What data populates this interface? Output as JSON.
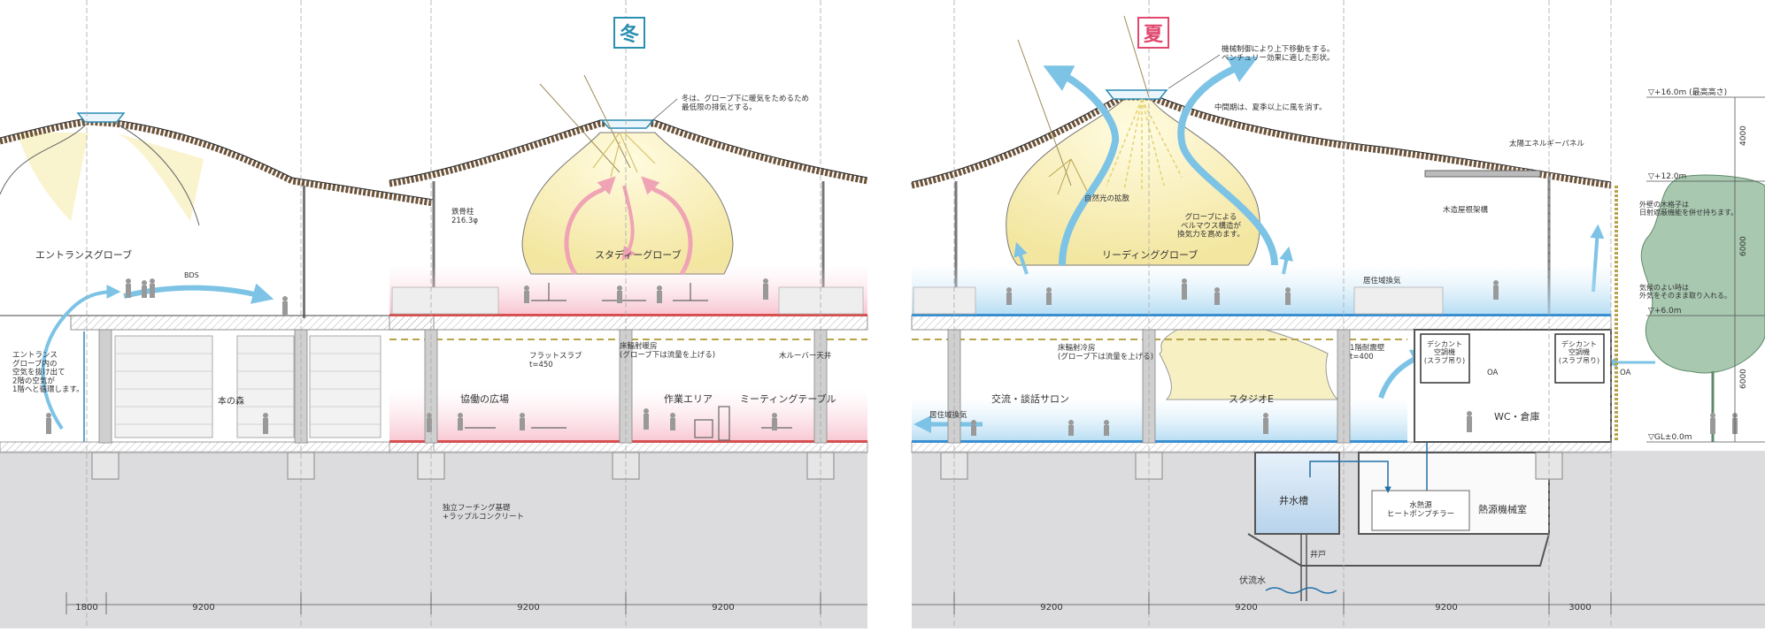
{
  "colors": {
    "air_blue": "#7cc3e6",
    "air_pink": "#f0a3b4",
    "floor_red": "#d65050",
    "floor_blue": "#3a8fd0",
    "glow_yellow": "#f7efb8",
    "ground": "#d9d9db",
    "structure": "#9a9a9a",
    "winter_badge": "#2a8fb0",
    "summer_badge": "#e0486e"
  },
  "season_winter": "冬",
  "season_summer": "夏",
  "labels": {
    "entrance_globe": "エントランスグローブ",
    "bds": "BDS",
    "entrance_note": "エントランス\nグローブ内の\n空気を抜け出て\n2階の空気が\n1階へと循環します。",
    "book_stacks": "本の森",
    "steel_column": "鉄骨柱\n216.3φ",
    "study_globe": "スタディーグローブ",
    "winter_note": "冬は、グローブ下に暖気をためるため\n最低限の排気とする。",
    "flat_slab": "フラットスラブ\nt=450",
    "floor_radiant": "床輻射暖房\n(グローブ下は流量を上げる)",
    "wood_louver": "木ルーバー天井",
    "collab_plaza": "協働の広場",
    "work_area": "作業エリア",
    "meeting_table": "ミーティングテーブル",
    "footing": "独立フーチング基礎\n+ラップルコンクリート",
    "summer_top_note": "機械制御により上下移動をする。\nベンチュリー効果に適した形状。",
    "mid_season": "中間期は、夏季以上に風を消す。",
    "solar_panel": "太陽エネルギーパネル",
    "natural_light": "自然光の拡散",
    "globe_bellmouth": "グローブによる\nベルマウス構造が\n換気力を高めます。",
    "wood_roof": "木造屋根架構",
    "reading_globe": "リーディンググローブ",
    "living_exhaust_2f": "居住域換気",
    "floor_cooling": "床輻射冷房\n(グローブ下は流量を上げる)",
    "exterior_wall_1f": "1階耐震壁\nt=400",
    "desiccant_1": "デシカント\n空調機\n(スラブ吊り)",
    "desiccant_2": "デシカント\n空調機\n(スラブ吊り)",
    "oa_1": "OA",
    "oa_2": "OA",
    "exchange_salon": "交流・談話サロン",
    "living_exhaust_1f": "居住域換気",
    "studio_e": "スタジオE",
    "wc_storage": "WC・倉庫",
    "well_tank": "井水槽",
    "heat_pump": "水熱源\nヒートポンプチラー",
    "heat_source_room": "熱源機械室",
    "well": "井戸",
    "groundwater": "伏流水",
    "level_top": "▽+16.0m (最高高さ)",
    "level_12": "▽+12.0m",
    "level_6": "▽+6.0m",
    "level_gl": "▽GL±0.0m",
    "exterior_louver_note": "外壁の木格子は\n日射遮蔽機能を併せ持ちます。",
    "good_weather_note": "気候のよい時は\n外気をそのまま取り入れる。",
    "dim_v_4000": "4000",
    "dim_v_6000a": "6000",
    "dim_v_6000b": "6000"
  },
  "dimensions": {
    "panel1": [
      "1800",
      "9200"
    ],
    "panel2": [
      "9200",
      "9200"
    ],
    "panel3": [
      "9200",
      "9200",
      "9200",
      "3000"
    ]
  }
}
